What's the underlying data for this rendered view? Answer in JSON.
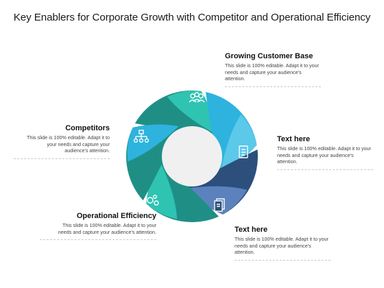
{
  "title": "Key Enablers for Corporate Growth with Competitor and Operational Efficiency",
  "blocks": [
    {
      "id": "growing",
      "heading": "Growing Customer Base",
      "text": "This slide is 100% editable. Adapt it to your needs and capture your audience's attention."
    },
    {
      "id": "text1",
      "heading": "Text here",
      "text": "This slide is 100% editable. Adapt it to your needs and capture your audience's attention."
    },
    {
      "id": "text2",
      "heading": "Text here",
      "text": "This slide is 100% editable. Adapt it to your needs and capture your audience's attention."
    },
    {
      "id": "operational",
      "heading": "Operational Efficiency",
      "text": "This slide is 100% editable. Adapt it to your needs and capture your audience's attention."
    },
    {
      "id": "competitors",
      "heading": "Competitors",
      "text": "This slide is 100% editable. Adapt it to your needs and capture your audience's attention."
    }
  ],
  "colors": {
    "teal_dark": "#1f8f86",
    "teal_light": "#2fc3b2",
    "cyan": "#2db3de",
    "cyan_light": "#5cc8ea",
    "blue_mid": "#5b82bd",
    "navy": "#2c4f7c",
    "icon_color": "#ffffff"
  },
  "icons": [
    "people-group-icon",
    "document-icon",
    "files-icon",
    "gears-icon",
    "org-chart-icon"
  ]
}
